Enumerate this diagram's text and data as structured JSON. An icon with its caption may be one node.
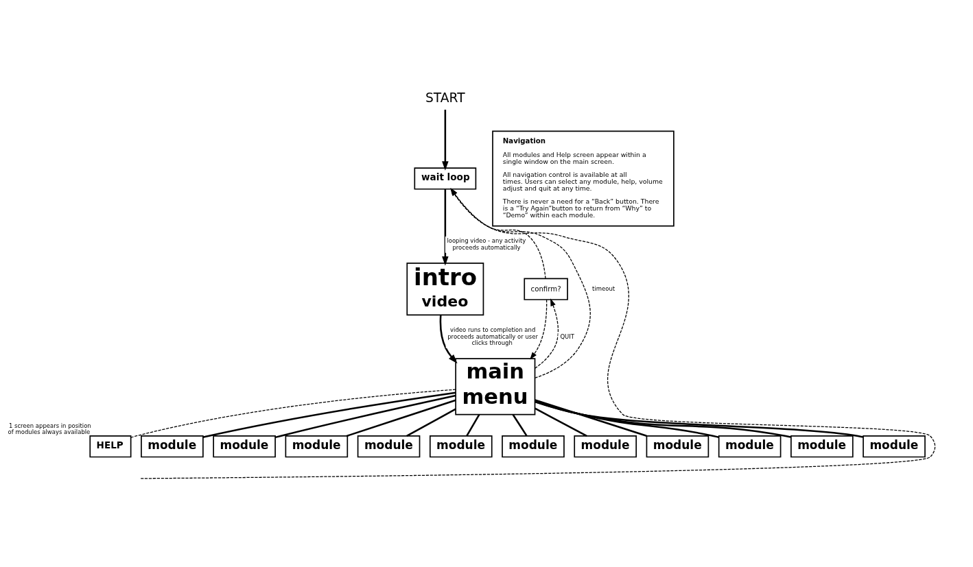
{
  "diagram": {
    "nodes": [
      {
        "text": [
          "START"
        ]
      },
      {
        "text": [
          "wait loop"
        ]
      },
      {
        "text": [
          "intro",
          "video"
        ]
      },
      {
        "text": [
          "confirm?"
        ]
      },
      {
        "text": [
          "main",
          "menu"
        ]
      },
      {
        "text": [
          "HELP"
        ],
        "beside": [
          "1 screen appears in position of modules always available"
        ]
      },
      {
        "text": [
          "module"
        ]
      },
      {
        "text": [
          "module"
        ]
      },
      {
        "text": [
          "module"
        ]
      },
      {
        "text": [
          "module"
        ]
      },
      {
        "text": [
          "module"
        ]
      },
      {
        "text": [
          "module"
        ]
      },
      {
        "text": [
          "module"
        ]
      },
      {
        "text": [
          "module"
        ]
      },
      {
        "text": [
          "module"
        ]
      },
      {
        "text": [
          "module"
        ]
      },
      {
        "text": [
          "module"
        ]
      },
      {
        "text": [
          "Navigation",
          "All modules and Help screen appear within a single window on the main screen.",
          "All navigation control is available at all times. Users can select any module, help, volume adjust and quit at any time.",
          "There is never a need for a “Back” button. There is a “Try Again”button to return from “Why” to “Demo” within each module."
        ]
      }
    ],
    "edges": [
      {
        "from": 0,
        "to": 1,
        "arrow": "to"
      },
      {
        "from": 1,
        "to": 2,
        "arrow": "to",
        "label": "looping video - any activity proceeds automatically"
      },
      {
        "from": 2,
        "to": 4,
        "arrow": "to",
        "label": "video runs to completion and proceeds automatically or user clicks through"
      },
      {
        "from": 4,
        "to": 3,
        "arrow": "to",
        "style": "dashed",
        "label": "QUIT"
      },
      {
        "from": 3,
        "to": 1,
        "arrow": "to",
        "style": "dashed"
      },
      {
        "from": 3,
        "to": 4,
        "arrow": "to",
        "style": "dashed"
      },
      {
        "from": 4,
        "to": 1,
        "arrow": "to",
        "style": "dashed",
        "label": "timeout"
      },
      {
        "from": null,
        "to": 1,
        "arrow": "to",
        "style": "dashed"
      },
      {
        "from": 4,
        "to": 5,
        "arrow": "none",
        "style": "dashed"
      },
      {
        "from": 4,
        "to": 6,
        "arrow": "none"
      },
      {
        "from": 4,
        "to": 7,
        "arrow": "none"
      },
      {
        "from": 4,
        "to": 8,
        "arrow": "none"
      },
      {
        "from": 4,
        "to": 9,
        "arrow": "none"
      },
      {
        "from": 4,
        "to": 10,
        "arrow": "none"
      },
      {
        "from": 4,
        "to": 11,
        "arrow": "none"
      },
      {
        "from": 4,
        "to": 12,
        "arrow": "none"
      },
      {
        "from": 4,
        "to": 13,
        "arrow": "none"
      },
      {
        "from": 4,
        "to": 14,
        "arrow": "none"
      },
      {
        "from": 4,
        "to": 15,
        "arrow": "none"
      },
      {
        "from": 4,
        "to": 16,
        "arrow": "none"
      }
    ]
  }
}
